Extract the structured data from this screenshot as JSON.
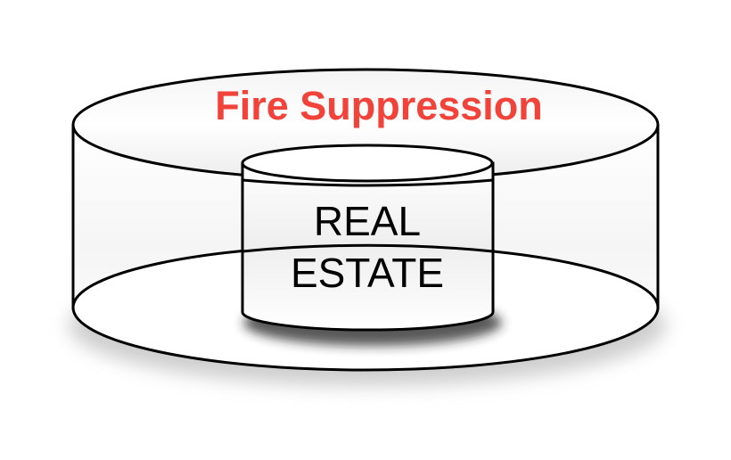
{
  "diagram": {
    "outer_label": "Fire Suppression",
    "inner_label_line1": "REAL",
    "inner_label_line2": "ESTATE",
    "colors": {
      "outer_label": "#f2433a",
      "stroke": "#000000",
      "inner_label": "#000000"
    }
  }
}
